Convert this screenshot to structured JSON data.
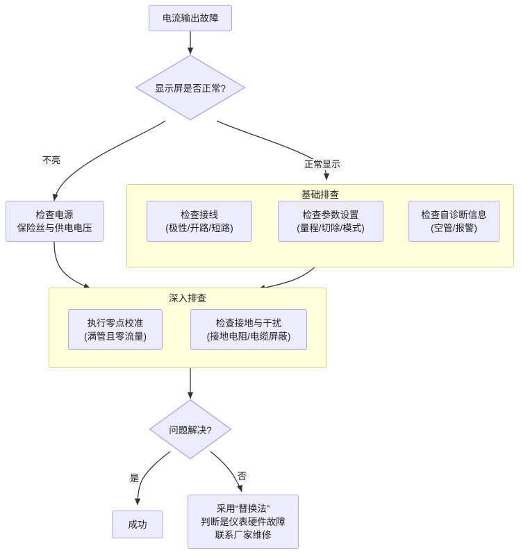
{
  "diagram": {
    "type": "flowchart",
    "title_node": "电流输出故障",
    "nodes": {
      "start": {
        "label": "电流输出故障",
        "shape": "rect"
      },
      "display_check": {
        "label": "显示屏是否正常?",
        "shape": "diamond"
      },
      "power_check": {
        "line1": "检查电源",
        "line2": "保险丝与供电电压",
        "shape": "rect"
      },
      "wiring_check": {
        "line1": "检查接线",
        "line2": "(极性/开路/短路)",
        "shape": "rect"
      },
      "param_check": {
        "line1": "检查参数设置",
        "line2": "(量程/切除/模式)",
        "shape": "rect"
      },
      "selfdiag_check": {
        "line1": "检查自诊断信息",
        "line2": "(空管/报警)",
        "shape": "rect"
      },
      "zero_calibration": {
        "line1": "执行零点校准",
        "line2": "(满管且零流量)",
        "shape": "rect"
      },
      "ground_check": {
        "line1": "检查接地与干扰",
        "line2": "(接地电阻/电缆屏蔽)",
        "shape": "rect"
      },
      "resolved_check": {
        "label": "问题解决?",
        "shape": "diamond"
      },
      "success": {
        "label": "成功",
        "shape": "rect"
      },
      "replacement": {
        "line1": "采用“替换法”",
        "line2": "判断是仪表硬件故障",
        "line3": "联系厂家维修",
        "shape": "rect"
      }
    },
    "clusters": {
      "basic": {
        "title": "基础排查"
      },
      "deep": {
        "title": "深入排查"
      }
    },
    "edge_labels": {
      "not_lit": "不亮",
      "normal_display": "正常显示",
      "yes": "是",
      "no": "否"
    },
    "colors": {
      "node_fill": "#ececfe",
      "node_border": "#b5a9e8",
      "cluster_fill": "#ffffdd",
      "cluster_border": "#d7d486",
      "edge_stroke": "#333333",
      "text": "#1f1f20",
      "label_bg": "#f2f2f2"
    }
  }
}
